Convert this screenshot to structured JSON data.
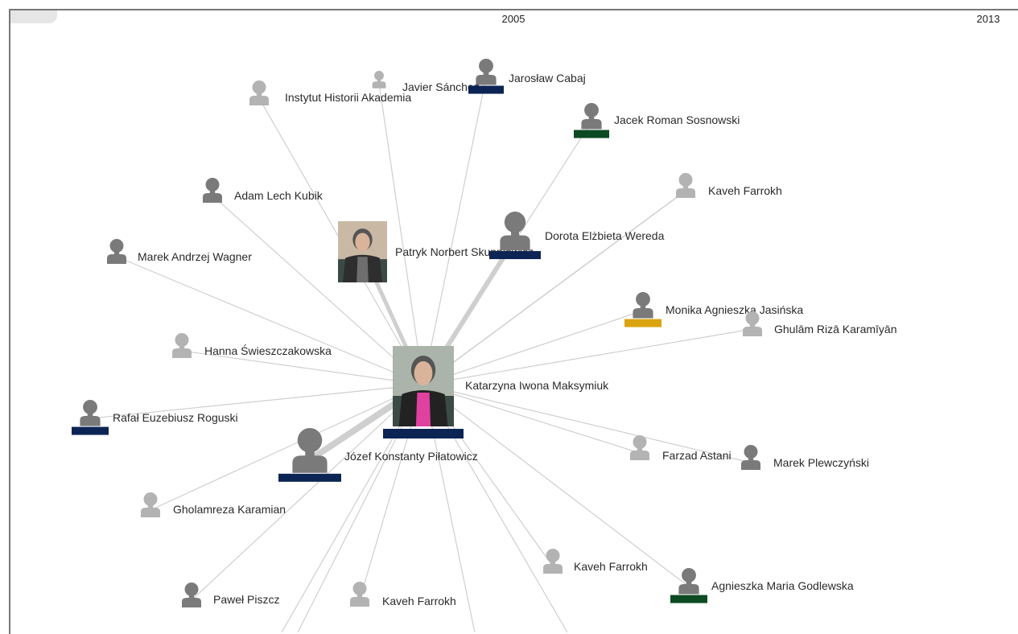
{
  "timeline": {
    "years": [
      {
        "id": "y2005",
        "label": "2005"
      },
      {
        "id": "y2013",
        "label": "2013"
      }
    ]
  },
  "center": {
    "name": "Katarzyna Iwona Maksymiuk",
    "bar_color": "#0c2454",
    "photo": "portrait-photo"
  },
  "nodes": [
    {
      "name": "Instytut Historii Akademia",
      "tone": "light"
    },
    {
      "name": "Javier Sánchez",
      "tone": "light"
    },
    {
      "name": "Jarosław Cabaj",
      "tone": "dark",
      "bar_color": "#0c2454"
    },
    {
      "name": "Jacek Roman Sosnowski",
      "tone": "dark",
      "bar_color": "#0b4a22"
    },
    {
      "name": "Adam Lech Kubik",
      "tone": "dark"
    },
    {
      "name": "Kaveh Farrokh",
      "tone": "light"
    },
    {
      "name": "Patryk Norbert Skupniewicz",
      "tone": "photo"
    },
    {
      "name": "Dorota Elżbieta Wereda",
      "tone": "dark",
      "bar_color": "#0c2454"
    },
    {
      "name": "Marek Andrzej Wagner",
      "tone": "dark"
    },
    {
      "name": "Monika Agnieszka Jasińska",
      "tone": "dark",
      "bar_color": "#d9a40f"
    },
    {
      "name": "Ghulām Rizā Karamīyān",
      "tone": "light"
    },
    {
      "name": "Hanna Świeszczakowska",
      "tone": "light"
    },
    {
      "name": "Rafał Euzebiusz Roguski",
      "tone": "dark",
      "bar_color": "#0c2454"
    },
    {
      "name": "Józef Konstanty Piłatowicz",
      "tone": "dark",
      "bar_color": "#0c2454"
    },
    {
      "name": "Farzad Astani",
      "tone": "light"
    },
    {
      "name": "Marek Plewczyński",
      "tone": "dark"
    },
    {
      "name": "Gholamreza Karamian",
      "tone": "light"
    },
    {
      "name": "Kaveh Farrokh",
      "tone": "light"
    },
    {
      "name": "Agnieszka Maria Godlewska",
      "tone": "dark",
      "bar_color": "#0b4a22"
    },
    {
      "name": "Paweł Piszcz",
      "tone": "dark"
    },
    {
      "name": "Kaveh Farrokh",
      "tone": "light"
    }
  ],
  "colors": {
    "dark_icon": "#7a7a7a",
    "light_icon": "#b3b3b3",
    "edge": "#cfcfcf"
  }
}
